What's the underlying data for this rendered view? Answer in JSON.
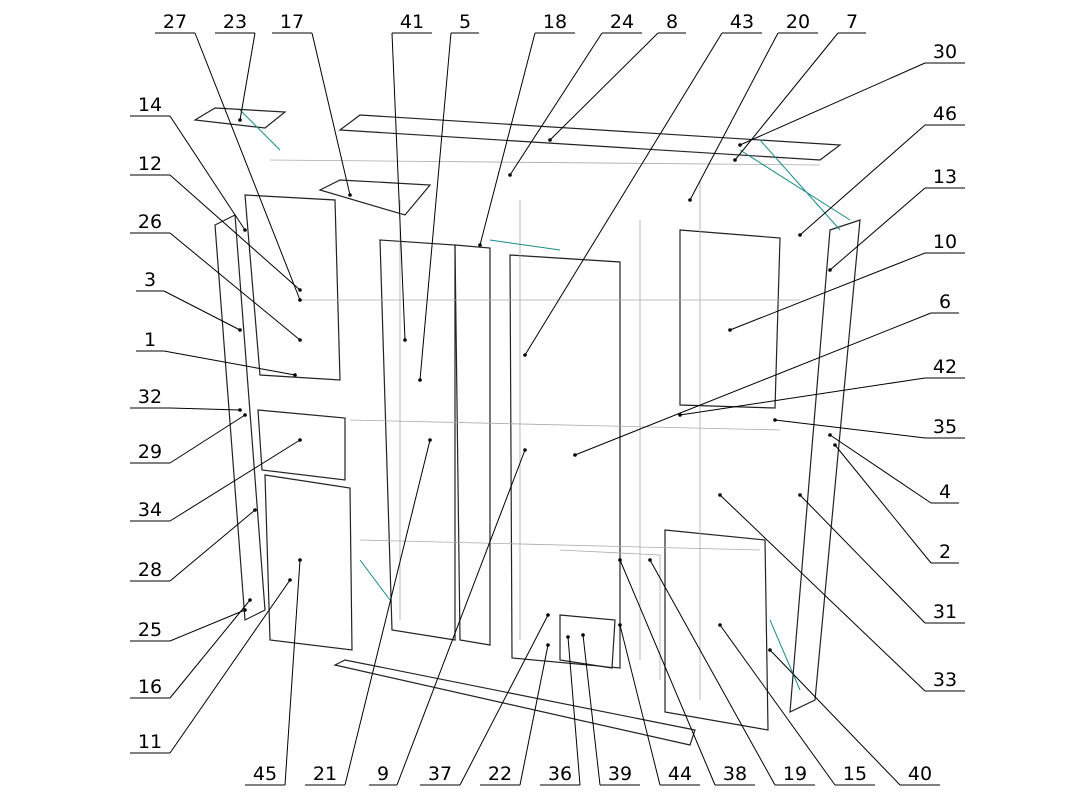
{
  "title": "Exploded assembly diagram of wardrobe with callout part numbers",
  "colors": {
    "lines": "#222222",
    "connector": "#1a8a8a",
    "screw": "#e02020",
    "hinge": "#22cc22",
    "cam": "#2060e0",
    "handle": "#a020a0"
  },
  "labels": {
    "top": [
      "27",
      "23",
      "17",
      "41",
      "5",
      "18",
      "24",
      "8",
      "43",
      "20",
      "7"
    ],
    "right": [
      "30",
      "46",
      "13",
      "10",
      "6",
      "42",
      "35",
      "4",
      "2",
      "31",
      "33"
    ],
    "bottom": [
      "40",
      "15",
      "19",
      "38",
      "44",
      "39",
      "36",
      "22",
      "37",
      "9",
      "21",
      "45"
    ],
    "left": [
      "11",
      "16",
      "25",
      "28",
      "34",
      "29",
      "32",
      "1",
      "3",
      "26",
      "12",
      "14"
    ]
  }
}
